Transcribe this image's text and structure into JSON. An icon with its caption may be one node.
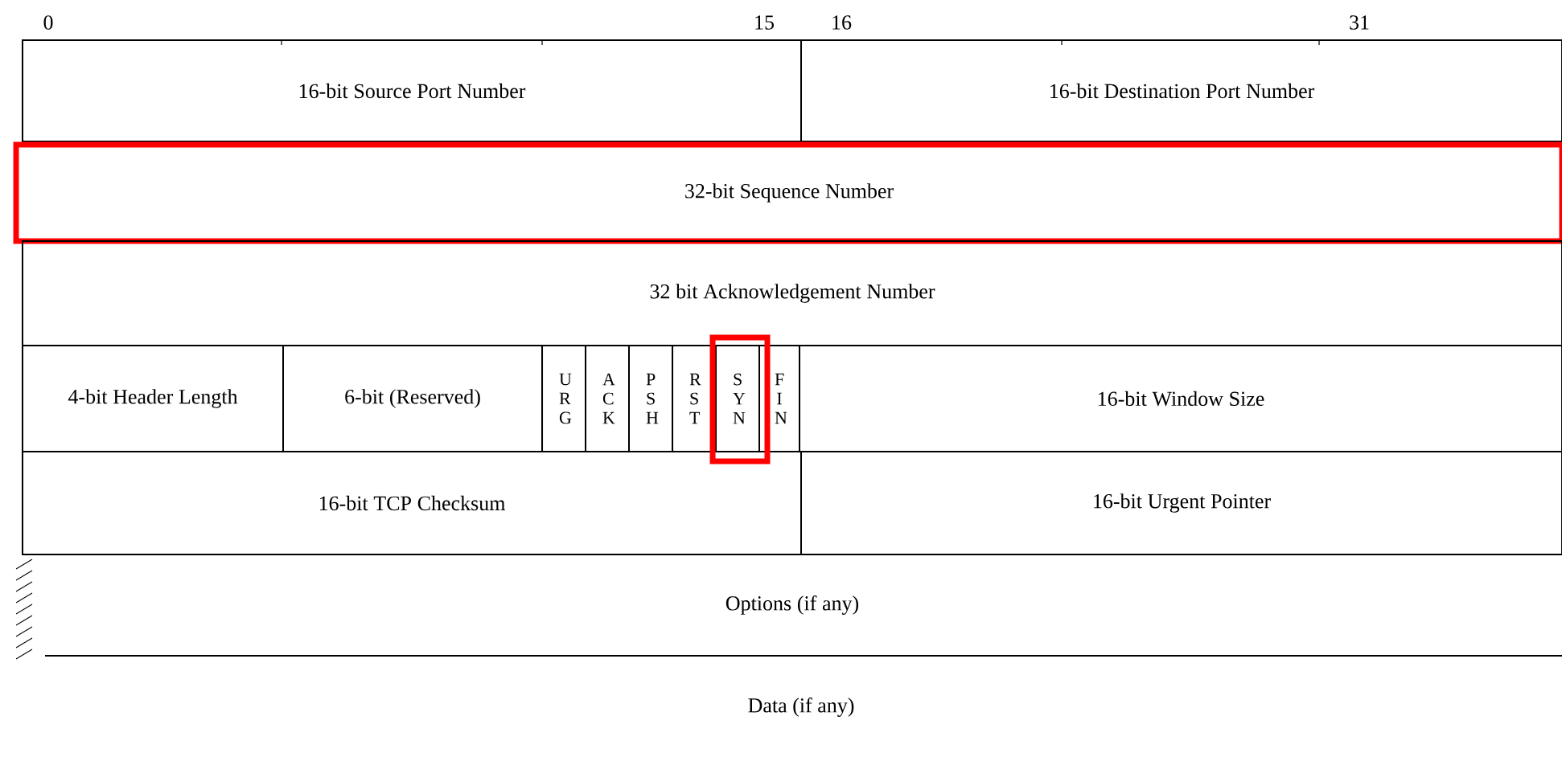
{
  "diagram": {
    "nodes": [
      {
        "text": [
          "16-bit Source Port Number"
        ]
      },
      {
        "text": [
          "16-bit Destination Port Number"
        ]
      },
      {
        "text": [
          "32-bit Sequence Number"
        ]
      },
      {
        "text": [
          "32 bit Acknowledgement Number"
        ]
      },
      {
        "text": [
          "4-bit Header Length"
        ]
      },
      {
        "text": [
          "6-bit (Reserved)"
        ]
      },
      {
        "text": [
          "U R G"
        ]
      },
      {
        "text": [
          "A C K"
        ]
      },
      {
        "text": [
          "P S H"
        ]
      },
      {
        "text": [
          "R S T"
        ]
      },
      {
        "text": [
          "S Y N"
        ]
      },
      {
        "text": [
          "F I N"
        ]
      },
      {
        "text": [
          "16-bit Window Size"
        ]
      },
      {
        "text": [
          "16-bit TCP Checksum"
        ]
      },
      {
        "text": [
          "16-bit Urgent Pointer"
        ]
      },
      {
        "text": [
          "Options (if any)"
        ]
      }
    ],
    "edges": [],
    "labels": [
      "0",
      "15",
      "16",
      "31",
      "Data (if any)"
    ]
  }
}
